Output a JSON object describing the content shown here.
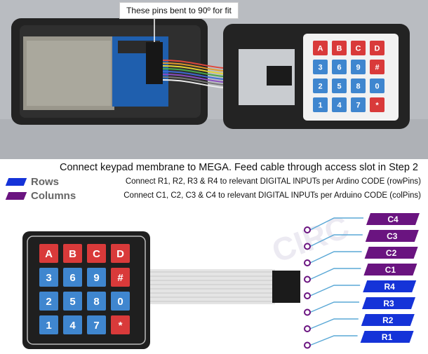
{
  "callout": "These pins bent to 90º for fit",
  "heading": "Connect keypad membrane to MEGA. Feed cable through access slot in Step 2",
  "legend": {
    "rows_label": "Rows",
    "columns_label": "Columns",
    "rows_color": "#1533d8",
    "columns_color": "#6a1480"
  },
  "notes": {
    "rows": "Connect R1, R2, R3 & R4 to relevant DIGITAL INPUTs per Ardino CODE (rowPins)",
    "columns": "Connect C1, C2, C3 & C4 to relevant DIGITAL INPUTs per Arduino CODE (colPins)"
  },
  "keypad": {
    "rows": [
      [
        "A",
        "B",
        "C",
        "D"
      ],
      [
        "3",
        "6",
        "9",
        "#"
      ],
      [
        "2",
        "5",
        "8",
        "0"
      ],
      [
        "1",
        "4",
        "7",
        "*"
      ]
    ],
    "key_colors": {
      "red": "#d93a3a",
      "blue": "#3f86cf"
    },
    "red_keys": [
      "A",
      "B",
      "C",
      "D",
      "#",
      "*"
    ]
  },
  "pins": [
    {
      "label": "C4",
      "type": "column"
    },
    {
      "label": "C3",
      "type": "column"
    },
    {
      "label": "C2",
      "type": "column"
    },
    {
      "label": "C1",
      "type": "column"
    },
    {
      "label": "R4",
      "type": "row"
    },
    {
      "label": "R3",
      "type": "row"
    },
    {
      "label": "R2",
      "type": "row"
    },
    {
      "label": "R1",
      "type": "row"
    }
  ],
  "watermark": "CIRC"
}
